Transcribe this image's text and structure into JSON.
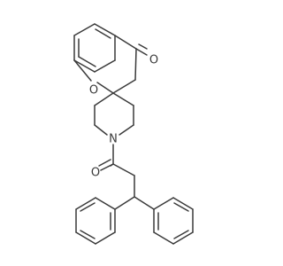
{
  "molecule": {
    "atom_labels": {
      "ketone_oxygen": "O",
      "ring_oxygen": "O",
      "piperidine_nitrogen": "N",
      "amide_oxygen": "O"
    },
    "line_color": "#3a3a3a",
    "background": "#ffffff"
  }
}
